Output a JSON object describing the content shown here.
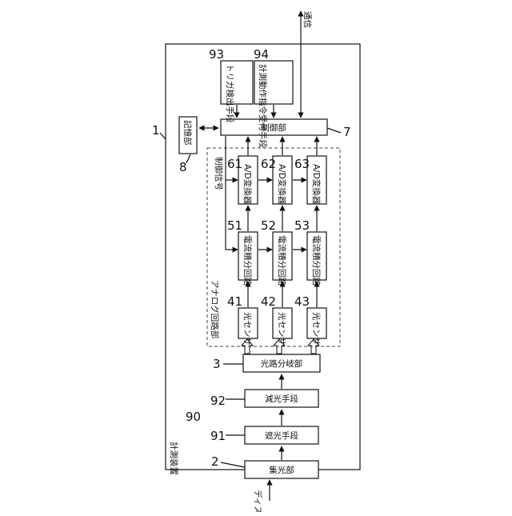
{
  "external": {
    "display": "ディスプレイ",
    "communication": "通信"
  },
  "device": {
    "number": "1",
    "label": "計測装置"
  },
  "blocks": {
    "condenser": {
      "number": "2",
      "label": "集光部"
    },
    "splitter": {
      "number": "3",
      "label": "光路分岐部"
    },
    "light_group": {
      "number": "90"
    },
    "shading": {
      "number": "91",
      "label": "遮光手段"
    },
    "attenuation": {
      "number": "92",
      "label": "減光手段"
    },
    "trigger": {
      "number": "93",
      "label": "トリガ検出手段"
    },
    "command": {
      "number": "94",
      "label": "計測動作指令受付手段"
    },
    "controller": {
      "number": "7",
      "label": "制御部"
    },
    "memory": {
      "number": "8",
      "label": "記憶部"
    },
    "analog_circuit": {
      "label": "アナログ回路部"
    },
    "control_signal": {
      "label": "制御信号"
    }
  },
  "channels": [
    {
      "sensor_no": "41",
      "sensor": "光センサ",
      "integrator_no": "51",
      "integrator": "電流積分回路",
      "adc_no": "61",
      "adc": "A/D変換器"
    },
    {
      "sensor_no": "42",
      "sensor": "光センサ",
      "integrator_no": "52",
      "integrator": "電流積分回路",
      "adc_no": "62",
      "adc": "A/D変換器"
    },
    {
      "sensor_no": "43",
      "sensor": "光センサ",
      "integrator_no": "53",
      "integrator": "電流積分回路",
      "adc_no": "63",
      "adc": "A/D変換器"
    }
  ]
}
